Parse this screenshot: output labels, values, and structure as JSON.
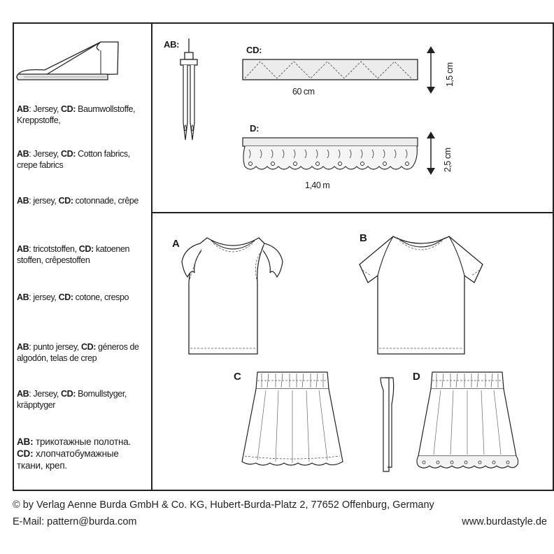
{
  "fabrics": {
    "de": {
      "ab": "AB",
      "ab_text": ": Jersey, ",
      "cd": "CD:",
      "cd_text": " Baumwollstoffe, Kreppstoffe,"
    },
    "en": {
      "ab": "AB",
      "ab_text": ": Jersey, ",
      "cd": "CD:",
      "cd_text": " Cotton fabrics, crepe fabrics"
    },
    "fr": {
      "ab": "AB",
      "ab_text": ": jersey, ",
      "cd": "CD:",
      "cd_text": " cotonnade, crêpe"
    },
    "nl": {
      "ab": "AB",
      "ab_text": ": tricotstoffen, ",
      "cd": "CD:",
      "cd_text": " katoenen stoffen, crêpestoffen"
    },
    "it": {
      "ab": "AB",
      "ab_text": ": jersey, ",
      "cd": "CD:",
      "cd_text": " cotone, crespo"
    },
    "es": {
      "ab": "AB",
      "ab_text": ": punto jersey, ",
      "cd": "CD:",
      "cd_text": " géneros de algodón, telas de crep"
    },
    "sv": {
      "ab": "AB",
      "ab_text": ": Jersey, ",
      "cd": "CD:",
      "cd_text": " Bomullstyger, kräpptyger"
    },
    "ru": {
      "ab": "AB:",
      "ab_text": " трикотажные полотна.",
      "cd": "CD:",
      "cd_text": " хлопчатобумажные ткани, креп."
    }
  },
  "notions": {
    "needle_label": "AB:",
    "tape_label": "CD:",
    "tape_length": "60 cm",
    "tape_width": "1,5 cm",
    "lace_label": "D:",
    "lace_length": "1,40 m",
    "lace_width": "2,5 cm"
  },
  "views": {
    "a": "A",
    "b": "B",
    "c": "C",
    "d": "D"
  },
  "footer": {
    "copyright": "© by Verlag Aenne Burda GmbH & Co. KG, Hubert-Burda-Platz 2, 77652 Offenburg, Germany",
    "email": "E-Mail: pattern@burda.com",
    "website": "www.burdastyle.de"
  }
}
